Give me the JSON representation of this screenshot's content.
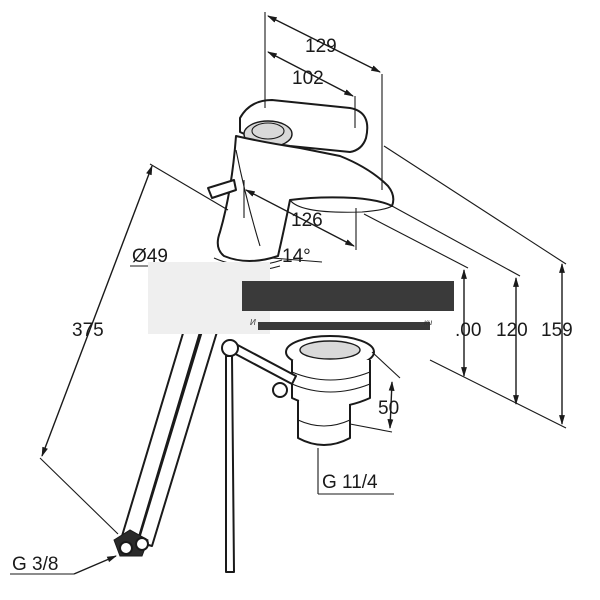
{
  "dimensions": {
    "width_129": "129",
    "width_102": "102",
    "reach_126": "126",
    "angle_14": "14°",
    "diameter_49": "Ø49",
    "length_375": "375",
    "height_100": ".00",
    "height_120": "120",
    "height_159": "159",
    "drain_50": "50",
    "thread_drain": "G 11/4",
    "thread_supply": "G 3/8"
  },
  "overlay": {
    "caption_left": "И",
    "caption_right": "ки",
    "banner_color": "#3a3a3a",
    "panel_color": "#efefef"
  }
}
